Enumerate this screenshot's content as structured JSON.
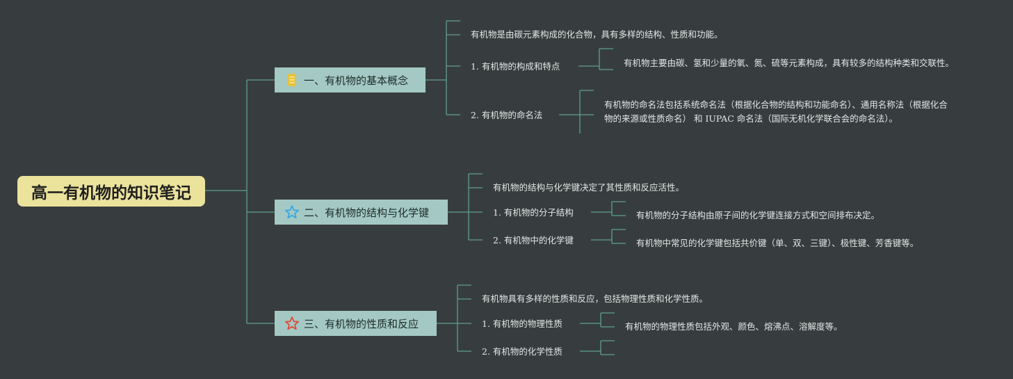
{
  "root": {
    "title": "高一有机物的知识笔记"
  },
  "branches": [
    {
      "label": "一、有机物的基本概念",
      "icon": "medal-icon",
      "icon_color": "#e7c23c",
      "summary": "有机物是由碳元素构成的化合物，具有多样的结构、性质和功能。",
      "subs": [
        {
          "label": "1. 有机物的构成和特点",
          "detail": "有机物主要由碳、氢和少量的氧、氮、硫等元素构成，具有较多的结构种类和交联性。"
        },
        {
          "label": "2. 有机物的命名法",
          "detail": "有机物的命名法包括系统命名法（根据化合物的结构和功能命名）、通用名称法（根据化合物的来源或性质命名） 和 IUPAC 命名法（国际无机化学联合会的命名法）。"
        }
      ]
    },
    {
      "label": "二、有机物的结构与化学键",
      "icon": "star-outline-icon",
      "icon_color": "#3aa8e0",
      "summary": "有机物的结构与化学键决定了其性质和反应活性。",
      "subs": [
        {
          "label": "1. 有机物的分子结构",
          "detail": "有机物的分子结构由原子间的化学键连接方式和空间排布决定。"
        },
        {
          "label": "2. 有机物中的化学键",
          "detail": "有机物中常见的化学键包括共价键（单、双、三键）、极性键、芳香键等。"
        }
      ]
    },
    {
      "label": "三、有机物的性质和反应",
      "icon": "star-outline-icon",
      "icon_color": "#e04a3a",
      "summary": "有机物具有多样的性质和反应，包括物理性质和化学性质。",
      "subs": [
        {
          "label": "1. 有机物的物理性质",
          "detail": "有机物的物理性质包括外观、颜色、熔沸点、溶解度等。"
        },
        {
          "label": "2. 有机物的化学性质",
          "detail": ""
        }
      ]
    }
  ],
  "colors": {
    "line": "#5f9f92",
    "background": "#373d3e",
    "root_fill": "#ebe29c",
    "branch_fill": "#a4c9c4"
  }
}
